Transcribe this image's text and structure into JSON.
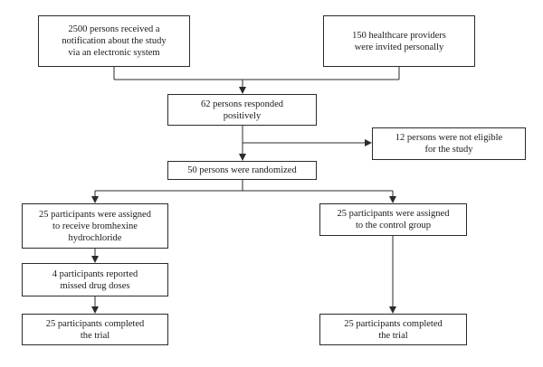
{
  "flowchart": {
    "boxes": {
      "notification": "2500 persons received a\nnotification about the study\nvia an electronic system",
      "providers": "150 healthcare providers\nwere invited personally",
      "responded": "62 persons responded\npositively",
      "not_eligible": "12 persons were not eligible\nfor the study",
      "randomized": "50 persons were randomized",
      "bromhexine": "25 participants were assigned\nto receive bromhexine\nhydrochloride",
      "control": "25 participants were assigned\nto the control group",
      "missed_doses": "4 participants reported\nmissed drug doses",
      "completed_left": "25 participants completed\nthe trial",
      "completed_right": "25 participants completed\nthe trial"
    },
    "line_color": "#2b2b2b"
  }
}
